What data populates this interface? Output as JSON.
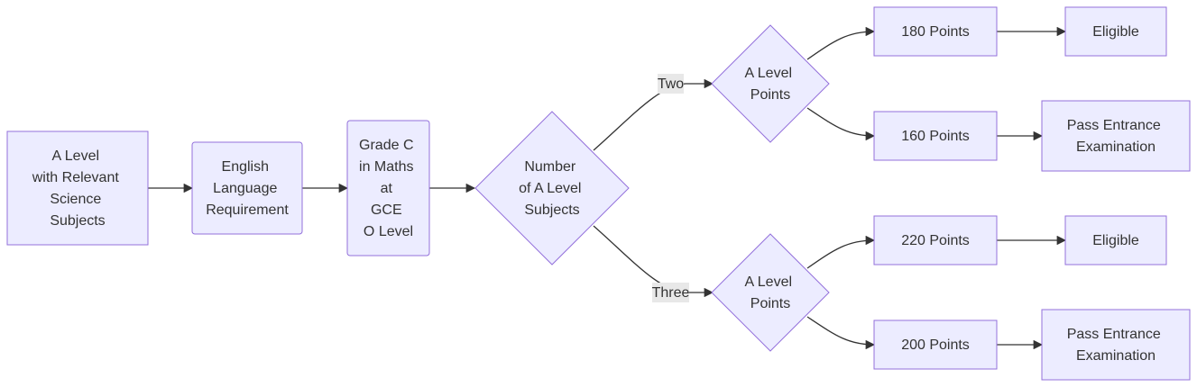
{
  "diagram": {
    "nodes": {
      "a_level": {
        "lines": [
          "A Level",
          "with Relevant",
          "Science",
          "Subjects"
        ]
      },
      "english": {
        "lines": [
          "English",
          "Language",
          "Requirement"
        ]
      },
      "grade_c": {
        "lines": [
          "Grade C",
          "in Maths",
          "at",
          "GCE",
          "O Level"
        ]
      },
      "number_subjects": {
        "lines": [
          "Number",
          "of A Level",
          "Subjects"
        ]
      },
      "points_two": {
        "lines": [
          "A Level",
          "Points"
        ]
      },
      "points_three": {
        "lines": [
          "A Level",
          "Points"
        ]
      },
      "p180": {
        "lines": [
          "180 Points"
        ]
      },
      "p160": {
        "lines": [
          "160 Points"
        ]
      },
      "p220": {
        "lines": [
          "220 Points"
        ]
      },
      "p200": {
        "lines": [
          "200 Points"
        ]
      },
      "eligible_1": {
        "lines": [
          "Eligible"
        ]
      },
      "entrance_1": {
        "lines": [
          "Pass Entrance",
          "Examination"
        ]
      },
      "eligible_2": {
        "lines": [
          "Eligible"
        ]
      },
      "entrance_2": {
        "lines": [
          "Pass Entrance",
          "Examination"
        ]
      }
    },
    "edge_labels": {
      "two": "Two",
      "three": "Three"
    },
    "colors": {
      "node_fill": "#ececff",
      "node_stroke": "#9370db",
      "edge": "#333333",
      "label_bg": "#e8e8e8",
      "text": "#333333"
    }
  }
}
